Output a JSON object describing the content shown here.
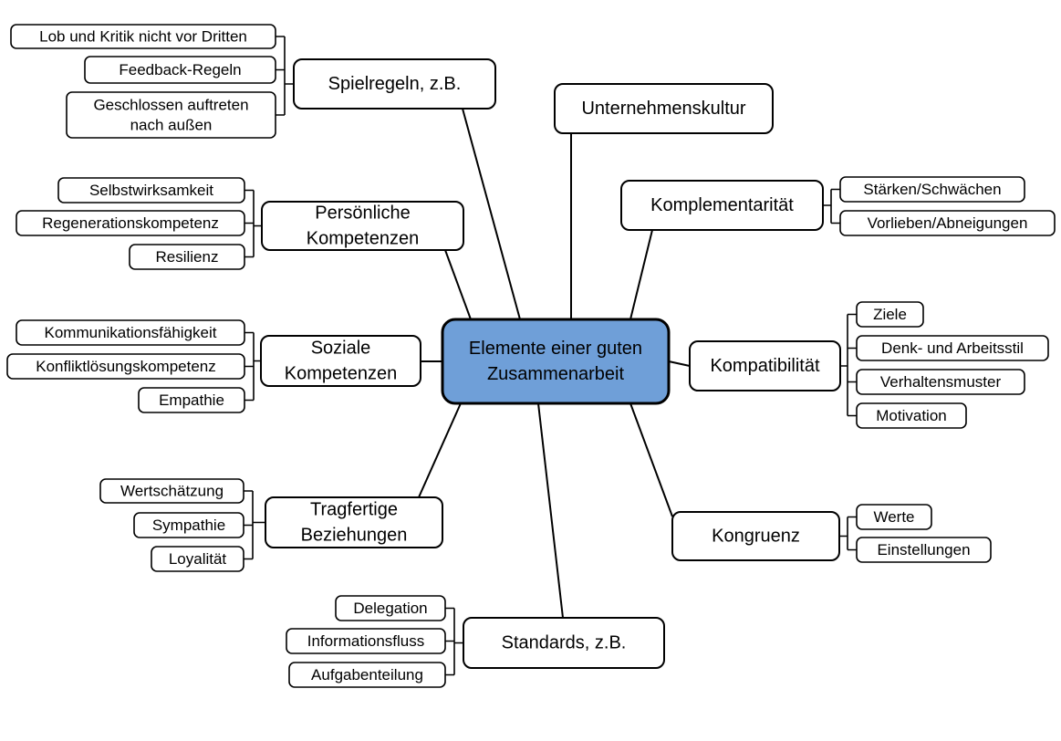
{
  "center": {
    "lines": [
      "Elemente einer guten",
      "Zusammenarbeit"
    ],
    "fill_color": "#6f9fd8"
  },
  "branches": [
    {
      "id": "spielregeln",
      "lines": [
        "Spielregeln, z.B."
      ],
      "items": [
        [
          "Lob und Kritik nicht vor Dritten"
        ],
        [
          "Feedback-Regeln"
        ],
        [
          "Geschlossen auftreten",
          "nach außen"
        ]
      ]
    },
    {
      "id": "unternehmenskultur",
      "lines": [
        "Unternehmenskultur"
      ],
      "items": []
    },
    {
      "id": "komplementaritaet",
      "lines": [
        "Komplementarität"
      ],
      "items": [
        [
          "Stärken/Schwächen"
        ],
        [
          "Vorlieben/Abneigungen"
        ]
      ]
    },
    {
      "id": "persoenliche-kompetenzen",
      "lines": [
        "Persönliche",
        "Kompetenzen"
      ],
      "items": [
        [
          "Selbstwirksamkeit"
        ],
        [
          "Regenerationskompetenz"
        ],
        [
          "Resilienz"
        ]
      ]
    },
    {
      "id": "soziale-kompetenzen",
      "lines": [
        "Soziale",
        "Kompetenzen"
      ],
      "items": [
        [
          "Kommunikationsfähigkeit"
        ],
        [
          "Konfliktlösungskompetenz"
        ],
        [
          "Empathie"
        ]
      ]
    },
    {
      "id": "kompatibilitaet",
      "lines": [
        "Kompatibilität"
      ],
      "items": [
        [
          "Ziele"
        ],
        [
          "Denk- und Arbeitsstil"
        ],
        [
          "Verhaltensmuster"
        ],
        [
          "Motivation"
        ]
      ]
    },
    {
      "id": "tragfertige-beziehungen",
      "lines": [
        "Tragfertige",
        "Beziehungen"
      ],
      "items": [
        [
          "Wertschätzung"
        ],
        [
          "Sympathie"
        ],
        [
          "Loyalität"
        ]
      ]
    },
    {
      "id": "kongruenz",
      "lines": [
        "Kongruenz"
      ],
      "items": [
        [
          "Werte"
        ],
        [
          "Einstellungen"
        ]
      ]
    },
    {
      "id": "standards",
      "lines": [
        "Standards, z.B."
      ],
      "items": [
        [
          "Delegation"
        ],
        [
          "Informationsfluss"
        ],
        [
          "Aufgabenteilung"
        ]
      ]
    }
  ]
}
